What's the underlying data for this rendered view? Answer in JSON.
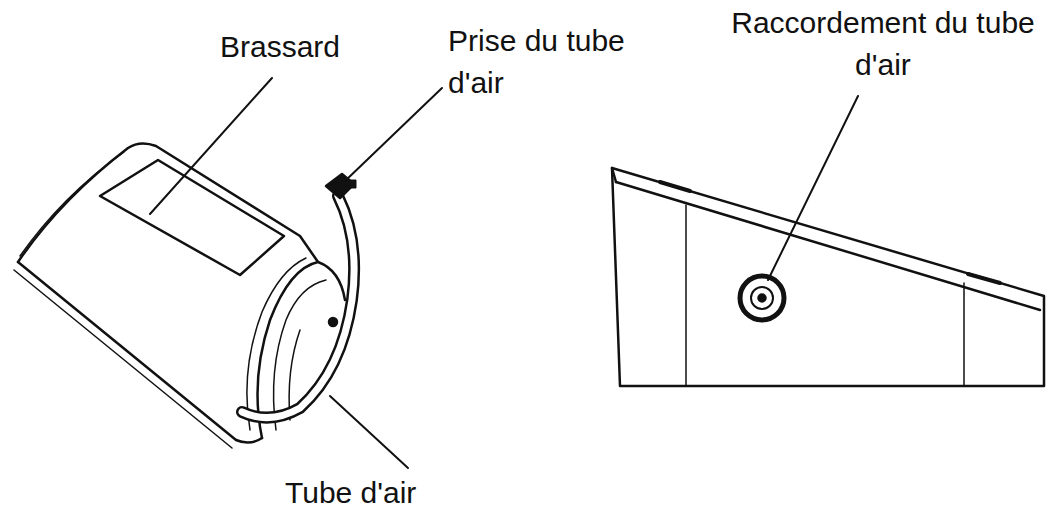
{
  "diagram": {
    "labels": [
      "Brassard",
      "Prise du tube d'air",
      "Raccordement du tube d'air",
      "Tube d'air"
    ]
  }
}
